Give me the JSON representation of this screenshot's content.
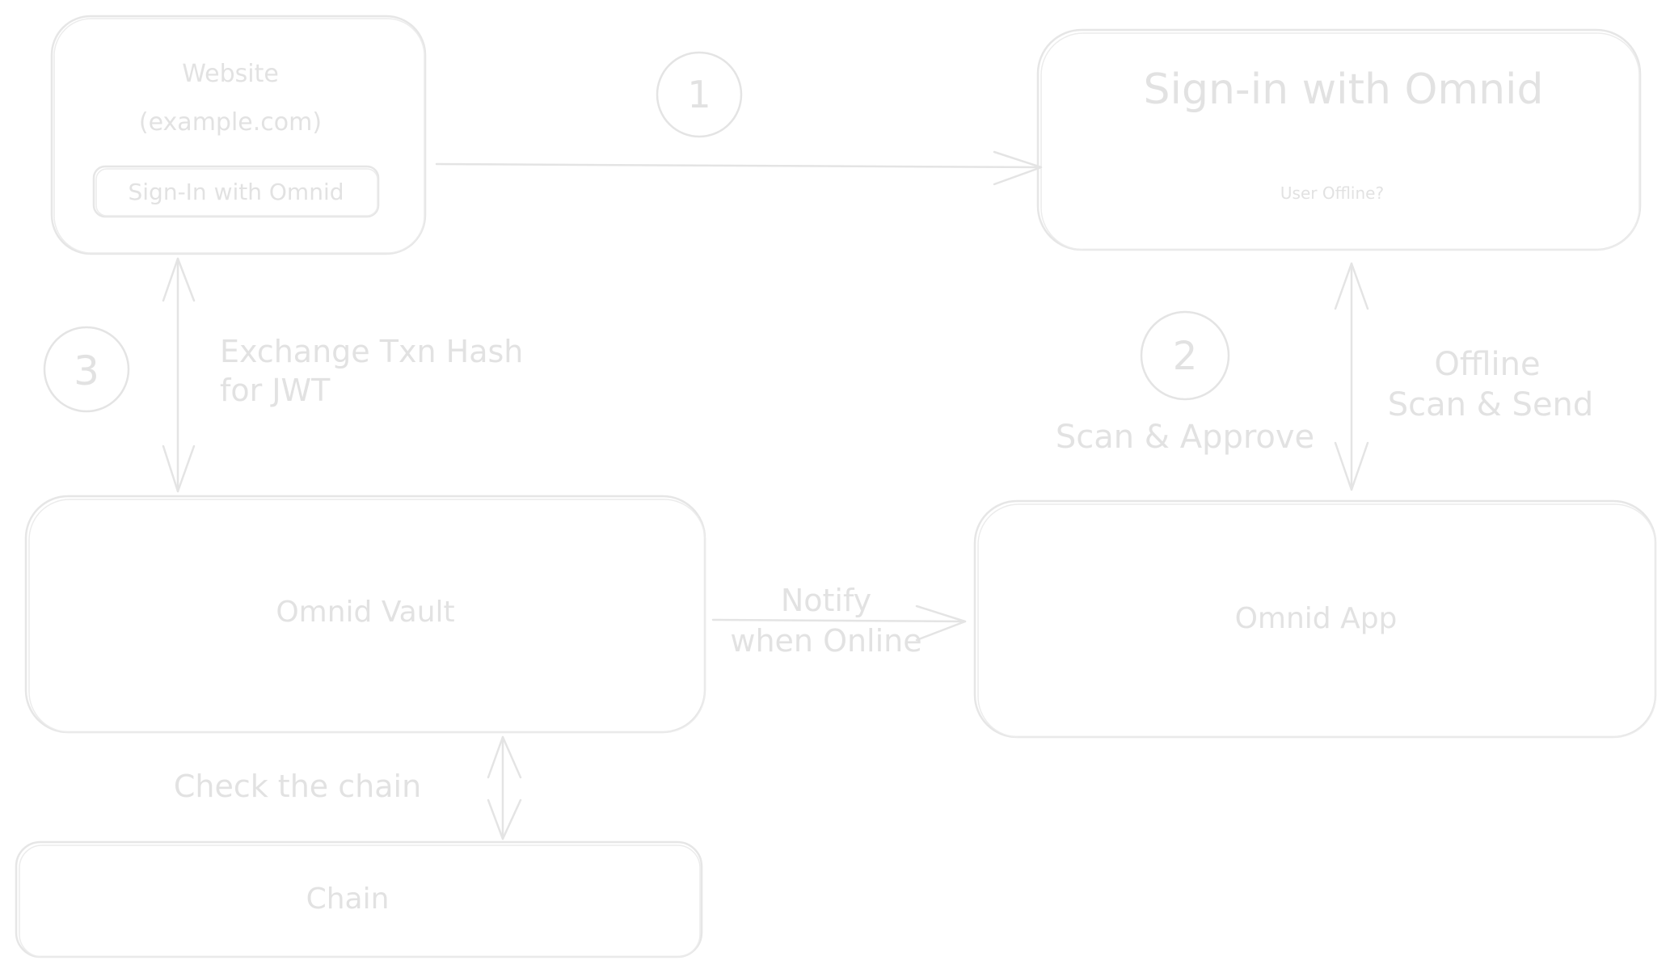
{
  "nodes": {
    "website_title": "Website",
    "website_domain": "(example.com)",
    "signin_button": "Sign-In with Omnid",
    "signin_title": "Sign-in with Omnid",
    "signin_status": "User Offline?",
    "vault": "Omnid Vault",
    "app": "Omnid App",
    "chain": "Chain"
  },
  "steps": {
    "one": "1",
    "two": "2",
    "three": "3"
  },
  "edges": {
    "exchange_line1": "Exchange Txn Hash",
    "exchange_line2": "for JWT",
    "scan_approve": "Scan & Approve",
    "offline_line1": "Offline",
    "offline_line2": "Scan & Send",
    "notify_line1": "Notify",
    "notify_line2": "when Online",
    "check_chain": "Check the chain"
  },
  "colors": {
    "stroke": "#e6e6e6",
    "text": "#e2e2e2"
  }
}
